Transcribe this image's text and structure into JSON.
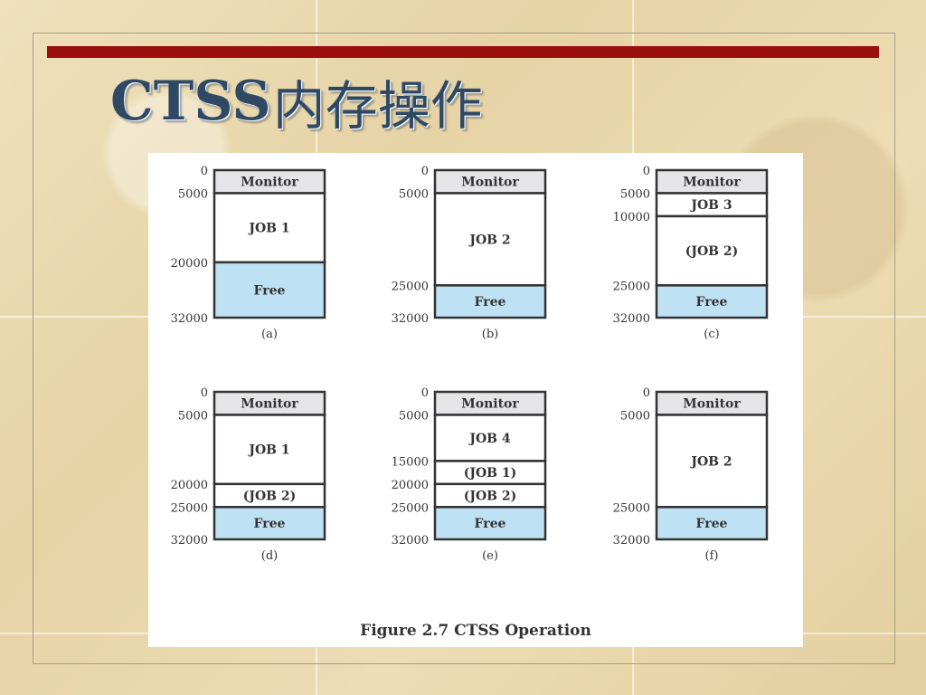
{
  "slide": {
    "title_latin": "CTSS",
    "title_cjk": "内存操作"
  },
  "figure": {
    "caption": "Figure 2.7  CTSS Operation",
    "colors": {
      "monitor": "#e5e5e7",
      "free": "#bfe1f4",
      "job": "#ffffff",
      "border": "#333333"
    },
    "panels": [
      {
        "label": "(a)",
        "top_tick": "0",
        "segments": [
          {
            "name": "Monitor",
            "kind": "monitor",
            "start": 0,
            "end": 5000,
            "start_label": "0",
            "end_label": "5000"
          },
          {
            "name": "JOB 1",
            "kind": "job",
            "start": 5000,
            "end": 20000,
            "start_label": "5000",
            "end_label": "20000"
          },
          {
            "name": "Free",
            "kind": "free",
            "start": 20000,
            "end": 32000,
            "start_label": "20000",
            "end_label": "32000"
          }
        ]
      },
      {
        "label": "(b)",
        "top_tick": "0",
        "segments": [
          {
            "name": "Monitor",
            "kind": "monitor",
            "start": 0,
            "end": 5000,
            "start_label": "0",
            "end_label": "5000"
          },
          {
            "name": "JOB 2",
            "kind": "job",
            "start": 5000,
            "end": 25000,
            "start_label": "5000",
            "end_label": "25000"
          },
          {
            "name": "Free",
            "kind": "free",
            "start": 25000,
            "end": 32000,
            "start_label": "25000",
            "end_label": "32000"
          }
        ]
      },
      {
        "label": "(c)",
        "top_tick": "0",
        "segments": [
          {
            "name": "Monitor",
            "kind": "monitor",
            "start": 0,
            "end": 5000,
            "start_label": "0",
            "end_label": "5000"
          },
          {
            "name": "JOB 3",
            "kind": "job",
            "start": 5000,
            "end": 10000,
            "start_label": "5000",
            "end_label": "10000"
          },
          {
            "name": "(JOB 2)",
            "kind": "job",
            "start": 10000,
            "end": 25000,
            "start_label": "10000",
            "end_label": "25000"
          },
          {
            "name": "Free",
            "kind": "free",
            "start": 25000,
            "end": 32000,
            "start_label": "25000",
            "end_label": "32000"
          }
        ]
      },
      {
        "label": "(d)",
        "top_tick": "0",
        "segments": [
          {
            "name": "Monitor",
            "kind": "monitor",
            "start": 0,
            "end": 5000,
            "start_label": "0",
            "end_label": "5000"
          },
          {
            "name": "JOB 1",
            "kind": "job",
            "start": 5000,
            "end": 20000,
            "start_label": "5000",
            "end_label": "20000"
          },
          {
            "name": "(JOB 2)",
            "kind": "job",
            "start": 20000,
            "end": 25000,
            "start_label": "20000",
            "end_label": "25000"
          },
          {
            "name": "Free",
            "kind": "free",
            "start": 25000,
            "end": 32000,
            "start_label": "25000",
            "end_label": "32000"
          }
        ]
      },
      {
        "label": "(e)",
        "top_tick": "0",
        "segments": [
          {
            "name": "Monitor",
            "kind": "monitor",
            "start": 0,
            "end": 5000,
            "start_label": "0",
            "end_label": "5000"
          },
          {
            "name": "JOB 4",
            "kind": "job",
            "start": 5000,
            "end": 15000,
            "start_label": "5000",
            "end_label": "15000"
          },
          {
            "name": "(JOB 1)",
            "kind": "job",
            "start": 15000,
            "end": 20000,
            "start_label": "15000",
            "end_label": "20000"
          },
          {
            "name": "(JOB 2)",
            "kind": "job",
            "start": 20000,
            "end": 25000,
            "start_label": "20000",
            "end_label": "25000"
          },
          {
            "name": "Free",
            "kind": "free",
            "start": 25000,
            "end": 32000,
            "start_label": "25000",
            "end_label": "32000"
          }
        ]
      },
      {
        "label": "(f)",
        "top_tick": "0",
        "segments": [
          {
            "name": "Monitor",
            "kind": "monitor",
            "start": 0,
            "end": 5000,
            "start_label": "0",
            "end_label": "5000"
          },
          {
            "name": "JOB 2",
            "kind": "job",
            "start": 5000,
            "end": 25000,
            "start_label": "5000",
            "end_label": "25000"
          },
          {
            "name": "Free",
            "kind": "free",
            "start": 25000,
            "end": 32000,
            "start_label": "25000",
            "end_label": "32000"
          }
        ]
      }
    ]
  }
}
